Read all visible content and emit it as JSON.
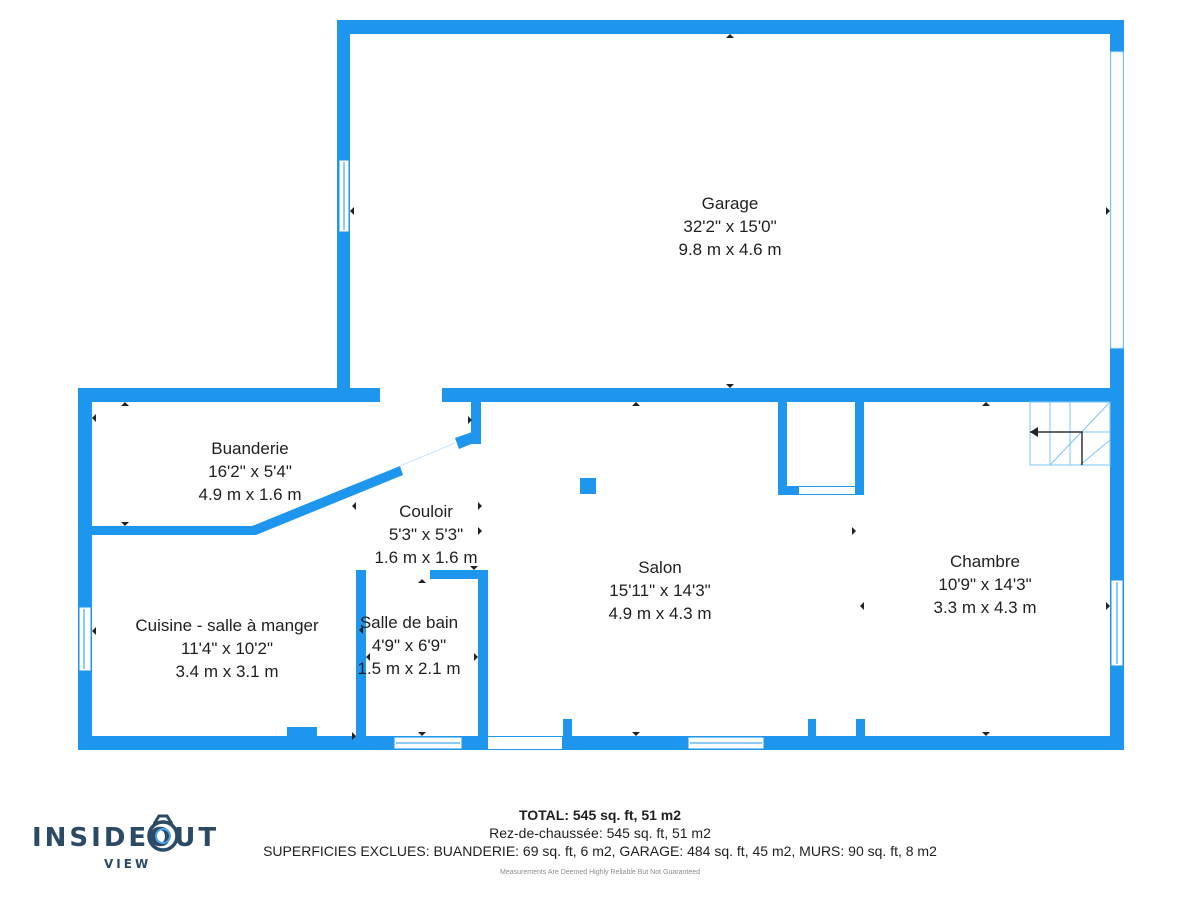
{
  "rooms": {
    "garage": {
      "name": "Garage",
      "imperial": "32'2\" x 15'0\"",
      "metric": "9.8 m x 4.6 m"
    },
    "buanderie": {
      "name": "Buanderie",
      "imperial": "16'2\" x 5'4\"",
      "metric": "4.9 m x 1.6 m"
    },
    "couloir": {
      "name": "Couloir",
      "imperial": "5'3\" x 5'3\"",
      "metric": "1.6 m x 1.6 m"
    },
    "cuisine": {
      "name": "Cuisine - salle à manger",
      "imperial": "11'4\" x 10'2\"",
      "metric": "3.4 m x 3.1 m"
    },
    "salle_bain": {
      "name": "Salle de bain",
      "imperial": "4'9\" x 6'9\"",
      "metric": "1.5 m x 2.1 m"
    },
    "salon": {
      "name": "Salon",
      "imperial": "15'11\" x 14'3\"",
      "metric": "4.9 m x 4.3 m"
    },
    "chambre": {
      "name": "Chambre",
      "imperial": "10'9\" x 14'3\"",
      "metric": "3.3 m x 4.3 m"
    }
  },
  "footer": {
    "total": "TOTAL: 545 sq. ft, 51 m2",
    "floor": "Rez-de-chaussée: 545 sq. ft, 51 m2",
    "excluded": "SUPERFICIES EXCLUES: BUANDERIE: 69 sq. ft, 6 m2, GARAGE: 484 sq. ft, 45 m2, MURS: 90 sq. ft, 8 m2",
    "disclaimer": "Measurements Are Deemed Highly Reliable But Not Guaranteed"
  },
  "logo": {
    "word": "INSIDEOUT",
    "sub": "VIEW",
    "icon": "camera-lens-icon"
  },
  "colors": {
    "wall": "#1e96ee",
    "text": "#1f1f1f",
    "logo": "#2a4a66",
    "window": "#ffffff",
    "stair": "#7ec4f4"
  }
}
